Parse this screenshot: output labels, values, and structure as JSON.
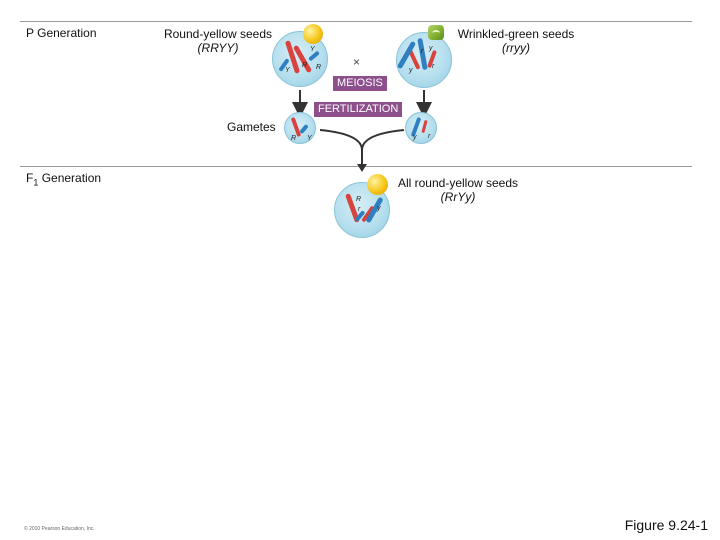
{
  "labels": {
    "p_generation": "P Generation",
    "f1_generation_prefix": "F",
    "f1_generation_sub": "1",
    "f1_generation_suffix": " Generation",
    "gametes": "Gametes",
    "cross_symbol": "×",
    "meiosis": "MEIOSIS",
    "fertilization": "FERTILIZATION",
    "copyright": "© 2010 Pearson Education, Inc.",
    "figure": "Figure 9.24-1"
  },
  "parents": {
    "round_yellow": {
      "title": "Round-yellow seeds",
      "genotype": "(RRYY)"
    },
    "wrinkled_green": {
      "title": "Wrinkled-green seeds",
      "genotype": "(rryy)"
    }
  },
  "offspring": {
    "title": "All round-yellow seeds",
    "genotype": "(RrYy)"
  },
  "alleles": {
    "R": "R",
    "r": "r",
    "Y": "Y",
    "y": "y"
  },
  "colors": {
    "meiosis_tag": "#8e4f8d",
    "fertilization_tag": "#8e4f8d",
    "red_chromosome": "#d9433e",
    "blue_chromosome": "#2f7fc1",
    "cell": "#b6dfee",
    "yellow_seed": "#f5c518",
    "green_seed": "#7fae2e"
  }
}
